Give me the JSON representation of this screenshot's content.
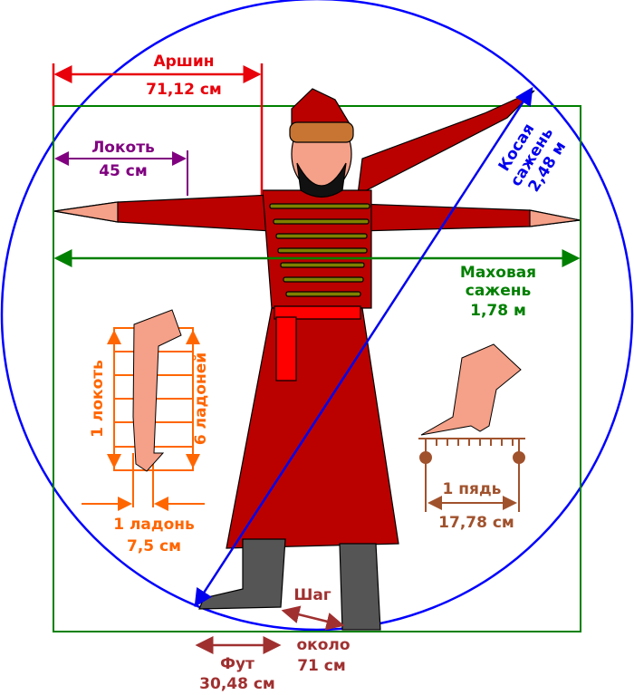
{
  "colors": {
    "arshin": "#e8000b",
    "lokot": "#800080",
    "kosaya": "#0000ee",
    "makhovaya": "#008000",
    "palm": "#ff6600",
    "pyad": "#a0522d",
    "step": "#a03030"
  },
  "arshin": {
    "title": "Аршин",
    "value": "71,12 см"
  },
  "lokot": {
    "title": "Локоть",
    "value": "45 см"
  },
  "kosaya": {
    "line1": "Косая",
    "line2": "сажень",
    "line3": "2,48 м"
  },
  "makhovaya": {
    "line1": "Маховая",
    "line2": "сажень",
    "line3": "1,78 м"
  },
  "forearm": {
    "left": "1 локоть",
    "right": "6 ладоней",
    "palm": "1 ладонь",
    "palm_value": "7,5 см"
  },
  "pyad": {
    "title": "1 пядь",
    "value": "17,78 см"
  },
  "step": {
    "title": "Шаг",
    "line2": "около",
    "line3": "71 см"
  },
  "foot": {
    "title": "Фут",
    "value": "30,48 см"
  }
}
